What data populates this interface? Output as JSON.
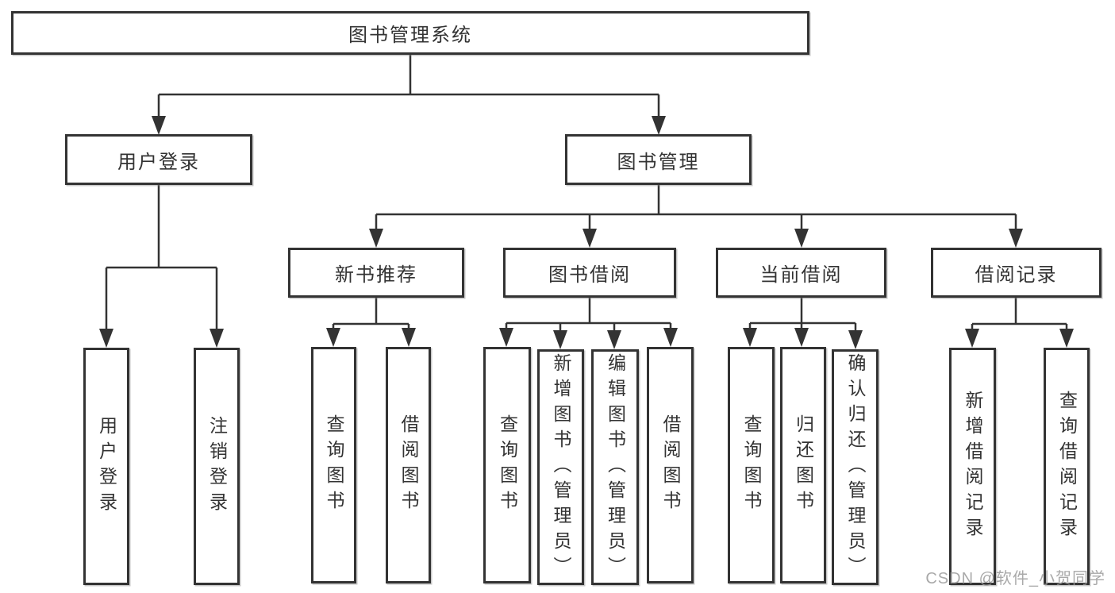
{
  "page": {
    "line_color": "#333333",
    "text_color": "#333333",
    "background": "#ffffff"
  },
  "tree": {
    "root": {
      "label": "图书管理系统"
    },
    "branches": [
      {
        "label": "用户登录",
        "children": [
          {
            "label": "用户登录"
          },
          {
            "label": "注销登录"
          }
        ]
      },
      {
        "label": "图书管理",
        "children": [
          {
            "label": "新书推荐",
            "children": [
              {
                "label": "查询图书"
              },
              {
                "label": "借阅图书"
              }
            ]
          },
          {
            "label": "图书借阅",
            "children": [
              {
                "label": "查询图书"
              },
              {
                "label": "新增图书（管理员）"
              },
              {
                "label": "编辑图书（管理员）"
              },
              {
                "label": "借阅图书"
              }
            ]
          },
          {
            "label": "当前借阅",
            "children": [
              {
                "label": "查询图书"
              },
              {
                "label": "归还图书"
              },
              {
                "label": "确认归还（管理员）"
              }
            ]
          },
          {
            "label": "借阅记录",
            "children": [
              {
                "label": "新增借阅记录"
              },
              {
                "label": "查询借阅记录"
              }
            ]
          }
        ]
      }
    ]
  },
  "watermark": {
    "text": "CSDN @软件_小贺同学",
    "color": "#9b9b9b"
  }
}
